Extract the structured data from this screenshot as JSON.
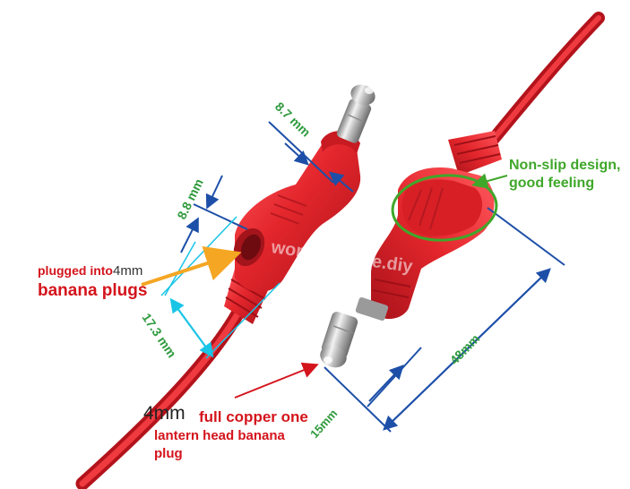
{
  "watermark": "wonderfullife.diy",
  "dimensions": {
    "plug_tip_diameter": "8.7 mm",
    "socket_diameter": "8.8 mm",
    "socket_length": "17.3 mm",
    "pin_length": "15mm",
    "body_length": "48mm"
  },
  "callouts": {
    "nonslip_line1": "Non-slip design,",
    "nonslip_line2": "good feeling",
    "plugged_line1_a": "plugged into",
    "plugged_line1_b": "4mm",
    "plugged_line2": "banana plugs",
    "copper_prefix": "4mm",
    "copper_line1": "full copper one",
    "copper_line2": "lantern head banana",
    "copper_line3": "plug"
  },
  "colors": {
    "plug_red": "#e3262c",
    "dimension_blue": "#1d4fa8",
    "dimension_green": "#2e9a3c",
    "callout_red": "#d4141c",
    "callout_green": "#3fa72a",
    "arrow_orange": "#f5a623",
    "guide_cyan": "#19c4e6"
  }
}
